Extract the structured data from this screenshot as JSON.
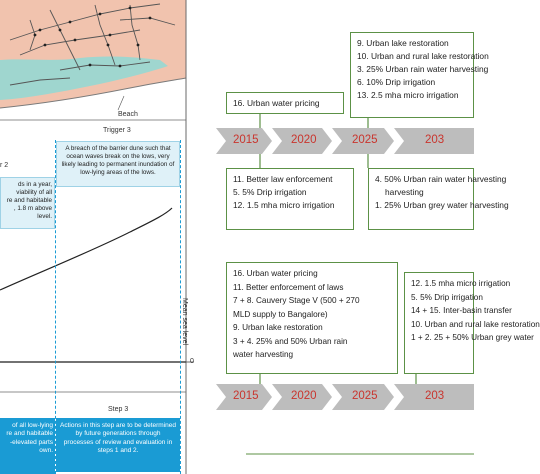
{
  "left_panel": {
    "map": {
      "beach_label": "Beach"
    },
    "trigger3_label": "Trigger 3",
    "trigger2_fragment": "r 2",
    "trigger3_text": "A breach of the barrier dune such that ocean waves break on the lows, very likely leading to permanent inundation of low-lying areas of the lows.",
    "trigger2_text": [
      "ds in a year,",
      "viability of all",
      "re and habitable",
      ", 1.8 m above",
      "level."
    ],
    "mean_sea_level_label": "Mean sea level",
    "zero_tick": "0",
    "step3_label": "Step 3",
    "step3_text": "Actions in this step are to be determined by future generations through processes of review and evaluation in steps 1 and 2.",
    "step2_text": [
      "of all low-lying",
      "re and habitable",
      "-elevated parts",
      "own."
    ]
  },
  "top_timeline": {
    "colors": {
      "arrow": "#bdbdbd",
      "box_border": "#5c9146",
      "year": "#c9352e"
    },
    "years": [
      "2015",
      "2020",
      "2025",
      "203"
    ],
    "box_2015_above": [
      "16. Urban water pricing"
    ],
    "box_right_above": [
      "9. Urban lake restoration",
      "10. Urban and rural lake restoration",
      "3. 25% Urban rain water harvesting",
      "6. 10% Drip irrigation",
      "13. 2.5 mha micro irrigation"
    ],
    "box_2015_below": [
      "11. Better law enforcement",
      "5. 5% Drip irrigation",
      "12. 1.5 mha micro irrigation"
    ],
    "box_right_below": [
      "4. 50% Urban rain water harvesting",
      "1. 25% Urban grey water harvesting"
    ]
  },
  "bottom_timeline": {
    "years": [
      "2015",
      "2020",
      "2025",
      "203"
    ],
    "box_left_above": [
      "16. Urban water pricing",
      "11. Better enforcement of laws",
      "7 + 8. Cauvery Stage V (500 + 270",
      "MLD supply to Bangalore)",
      "9. Urban lake restoration",
      "3 + 4. 25% and 50% Urban rain",
      "water harvesting"
    ],
    "box_right_above": [
      "12. 1.5 mha micro irrigation",
      "5. 5% Drip irrigation",
      "14 + 15. Inter-basin transfer",
      "10. Urban and rural lake restoration",
      "1 + 2. 25 + 50% Urban grey water"
    ]
  }
}
